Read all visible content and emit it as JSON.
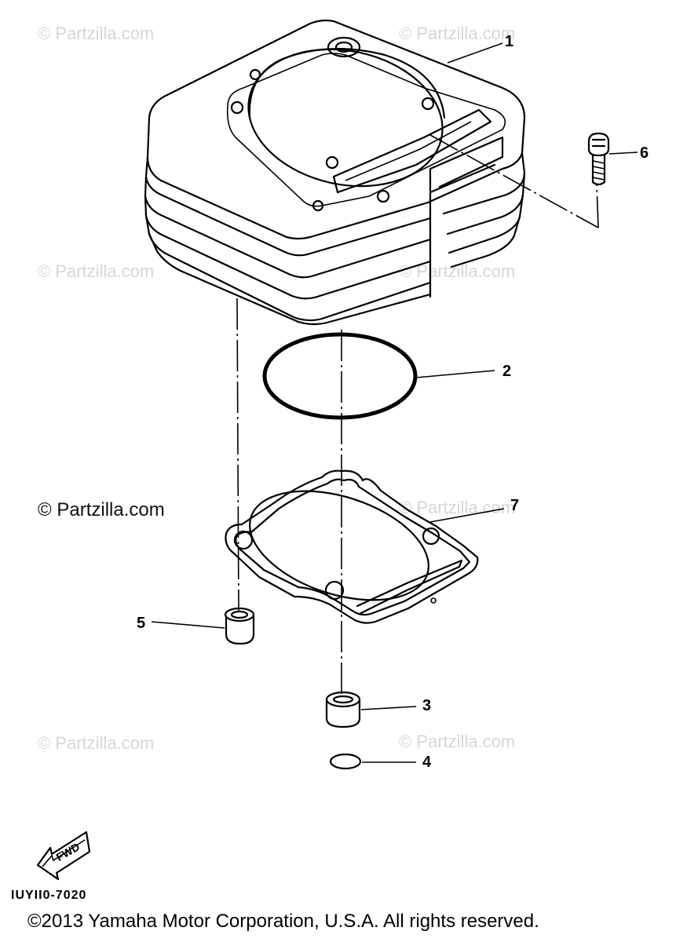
{
  "watermarks": [
    "© Partzilla.com",
    "© Partzilla.com",
    "© Partzilla.com",
    "© Partzilla.com",
    "© Partzilla.com",
    "© Partzilla.com",
    "© Partzilla.com",
    "© Partzilla.com"
  ],
  "parts": [
    {
      "number": "1",
      "name": "cylinder"
    },
    {
      "number": "2",
      "name": "o-ring"
    },
    {
      "number": "3",
      "name": "dowel-pin"
    },
    {
      "number": "4",
      "name": "o-ring-small"
    },
    {
      "number": "5",
      "name": "dowel-pin"
    },
    {
      "number": "6",
      "name": "bolt"
    },
    {
      "number": "7",
      "name": "cylinder-gasket"
    }
  ],
  "fwd_label": "FWD",
  "diagram_code": "IUYII0-7020",
  "copyright": "©2013 Yamaha Motor Corporation, U.S.A. All rights reserved."
}
